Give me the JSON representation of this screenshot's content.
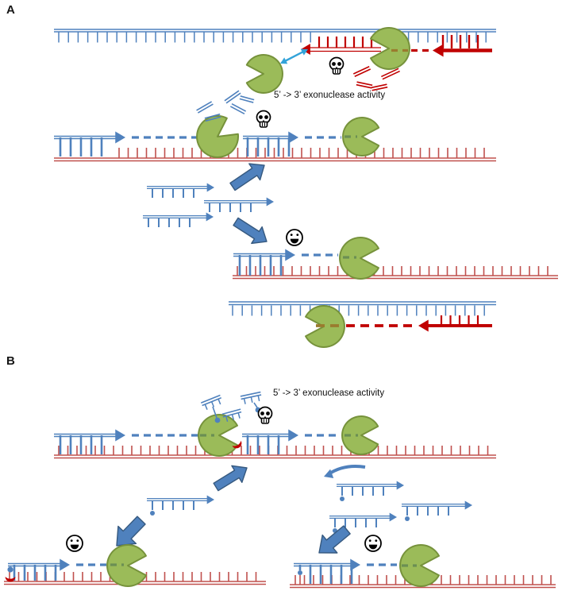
{
  "figure": {
    "panel_a": {
      "label": "A",
      "annotation": "5’ -> 3’ exonuclease activity"
    },
    "panel_b": {
      "label": "B",
      "annotation": "5’ -> 3’ exonuclease activity"
    }
  },
  "icons": {
    "enzyme": "polymerase-pacman-icon",
    "degradation": "skull-icon",
    "success": "smiley-icon",
    "exchange": "exchange-double-arrow-icon",
    "blocked_end": "blocked-5-prime-cap-icon",
    "flap": "cleaved-flap-icon"
  },
  "colors": {
    "template_blue": "#4f81bd",
    "strand_red": "#c0504d",
    "degraded_red": "#c00000",
    "enzyme_green_fill": "#9bbb59",
    "enzyme_green_border": "#76923b",
    "arrow_blue": "#4f81bd",
    "arrow_blue_dark": "#36597f",
    "exchange_cyan": "#33a3d9",
    "inside_enzyme_dash": "#9a7b2e",
    "inside_enzyme_dash_blue": "#6b8f53",
    "text": "#111111",
    "background": "#ffffff"
  }
}
